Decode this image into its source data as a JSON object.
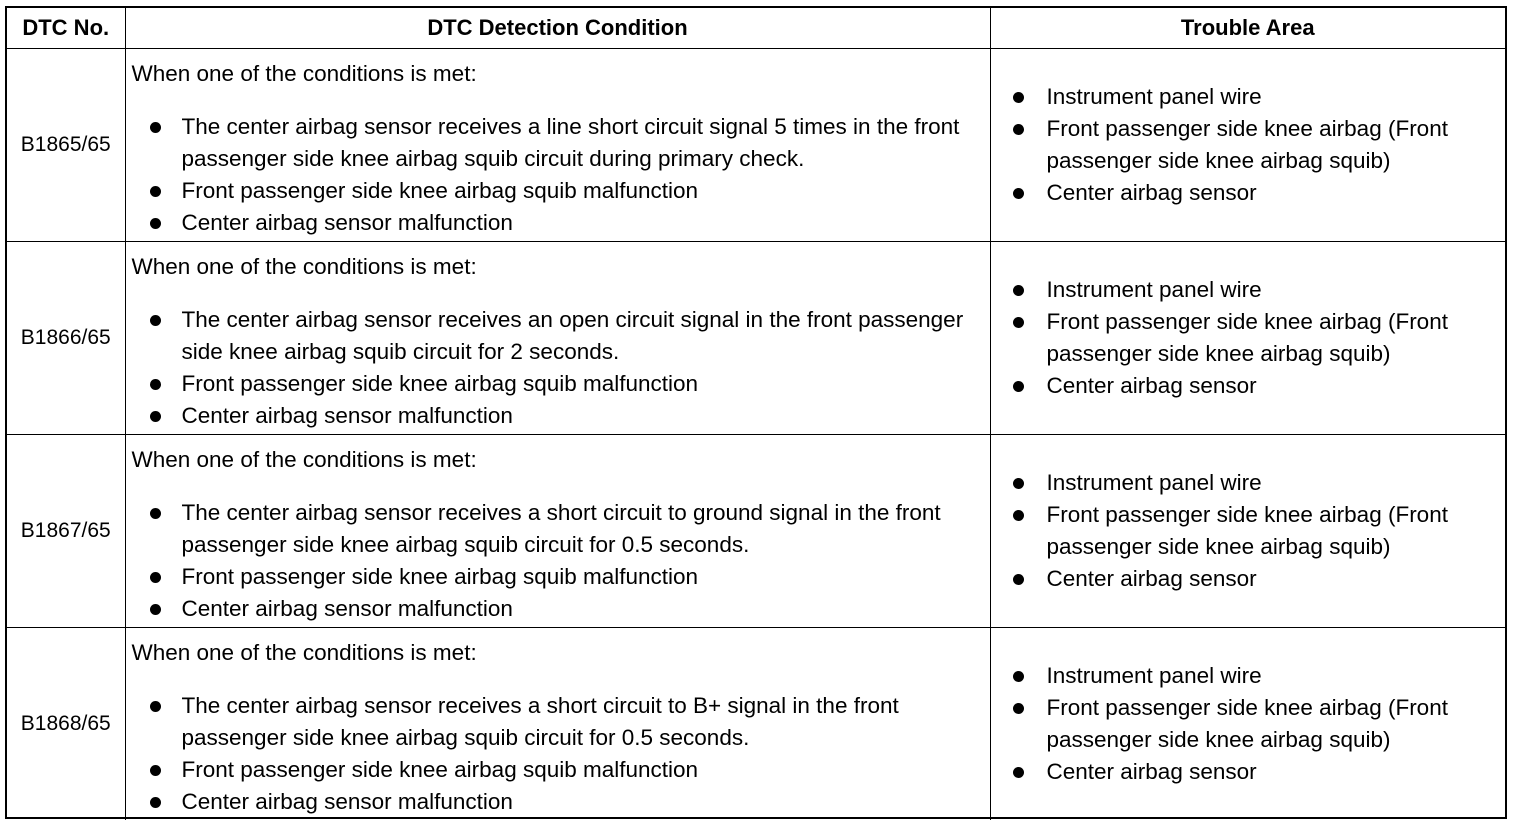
{
  "table": {
    "headers": {
      "dtc": "DTC No.",
      "condition": "DTC Detection Condition",
      "area": "Trouble Area"
    },
    "rows": [
      {
        "dtc": "B1865/65",
        "condition_intro": "When one of the conditions is met:",
        "conditions": [
          "The center airbag sensor receives a line short circuit signal 5 times in the front passenger side knee airbag squib circuit during primary check.",
          "Front passenger side knee airbag squib malfunction",
          "Center airbag sensor malfunction"
        ],
        "areas": [
          "Instrument panel wire",
          "Front passenger side knee airbag (Front passenger side knee airbag squib)",
          "Center airbag sensor"
        ]
      },
      {
        "dtc": "B1866/65",
        "condition_intro": "When one of the conditions is met:",
        "conditions": [
          "The center airbag sensor receives an open circuit signal in the front passenger side knee airbag squib circuit for 2 seconds.",
          "Front passenger side knee airbag squib malfunction",
          "Center airbag sensor malfunction"
        ],
        "areas": [
          "Instrument panel wire",
          "Front passenger side knee airbag (Front passenger side knee airbag squib)",
          "Center airbag sensor"
        ]
      },
      {
        "dtc": "B1867/65",
        "condition_intro": "When one of the conditions is met:",
        "conditions": [
          "The center airbag sensor receives a short circuit to ground signal in the front passenger side knee airbag squib circuit for 0.5 seconds.",
          "Front passenger side knee airbag squib malfunction",
          "Center airbag sensor malfunction"
        ],
        "areas": [
          "Instrument panel wire",
          "Front passenger side knee airbag (Front passenger side knee airbag squib)",
          "Center airbag sensor"
        ]
      },
      {
        "dtc": "B1868/65",
        "condition_intro": "When one of the conditions is met:",
        "conditions": [
          "The center airbag sensor receives a short circuit to B+ signal in the front passenger side knee airbag squib circuit for 0.5 seconds.",
          "Front passenger side knee airbag squib malfunction",
          "Center airbag sensor malfunction"
        ],
        "areas": [
          "Instrument panel wire",
          "Front passenger side knee airbag (Front passenger side knee airbag squib)",
          "Center airbag sensor"
        ]
      }
    ]
  }
}
